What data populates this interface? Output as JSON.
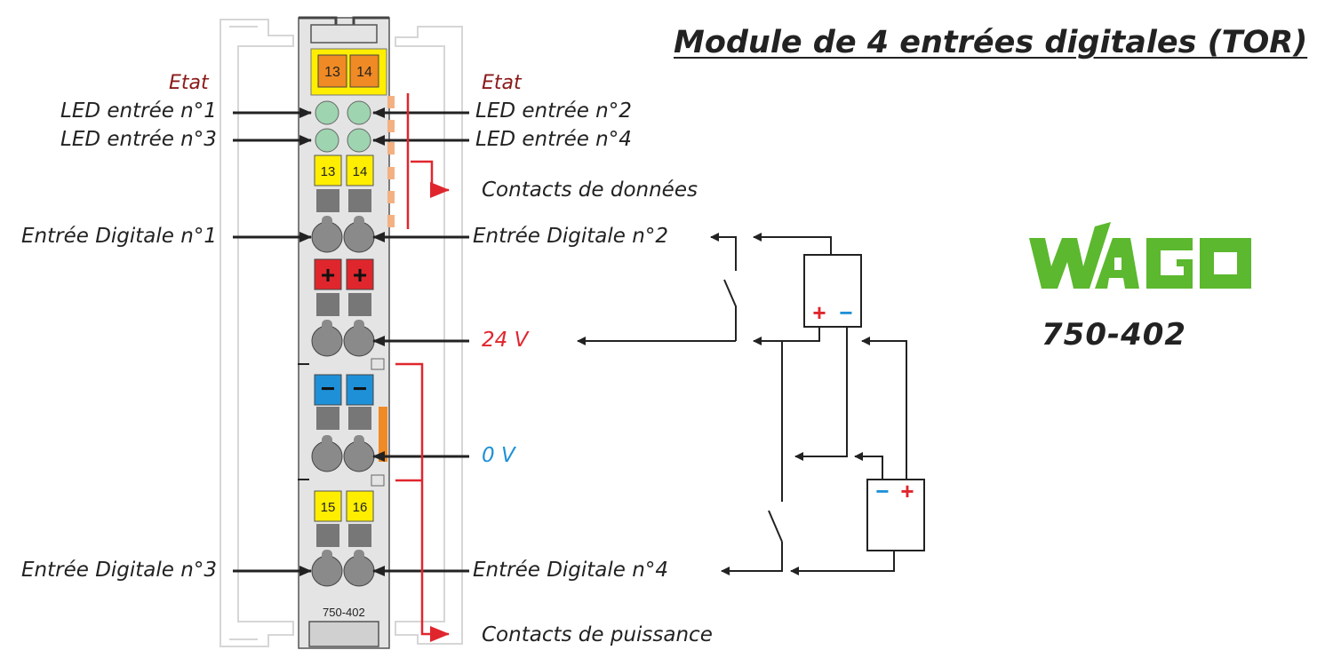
{
  "title": "Module de 4 entrées digitales (TOR)",
  "labels": {
    "etat_left": "Etat",
    "etat_right": "Etat",
    "led1": "LED entrée n°1",
    "led2": "LED entrée n°2",
    "led3": "LED entrée n°3",
    "led4": "LED entrée n°4",
    "contacts_donnees": "Contacts de données",
    "input1": "Entrée Digitale n°1",
    "input2": "Entrée Digitale n°2",
    "input3": "Entrée Digitale n°3",
    "input4": "Entrée Digitale n°4",
    "v24": "24 V",
    "v0": "0 V",
    "contacts_puissance": "Contacts de puissance"
  },
  "module": {
    "top_tags": [
      "13",
      "14"
    ],
    "mid_tags": [
      "13",
      "14"
    ],
    "bottom_tags": [
      "15",
      "16"
    ],
    "plus": "+",
    "minus": "−",
    "model_text": "750-402"
  },
  "logo": {
    "brand": "WAGO",
    "model": "750-402"
  },
  "supply": {
    "plus": "+",
    "minus": "−"
  },
  "colors": {
    "arrow": "#222222",
    "red_line": "#e0262d",
    "blue": "#1e90d8",
    "module_gray": "#d8d8d8",
    "tag_yellow": "#ffee00",
    "tag_orange": "#f08a24",
    "led_green": "#9fd4b0",
    "wago_green": "#5cb82e"
  }
}
